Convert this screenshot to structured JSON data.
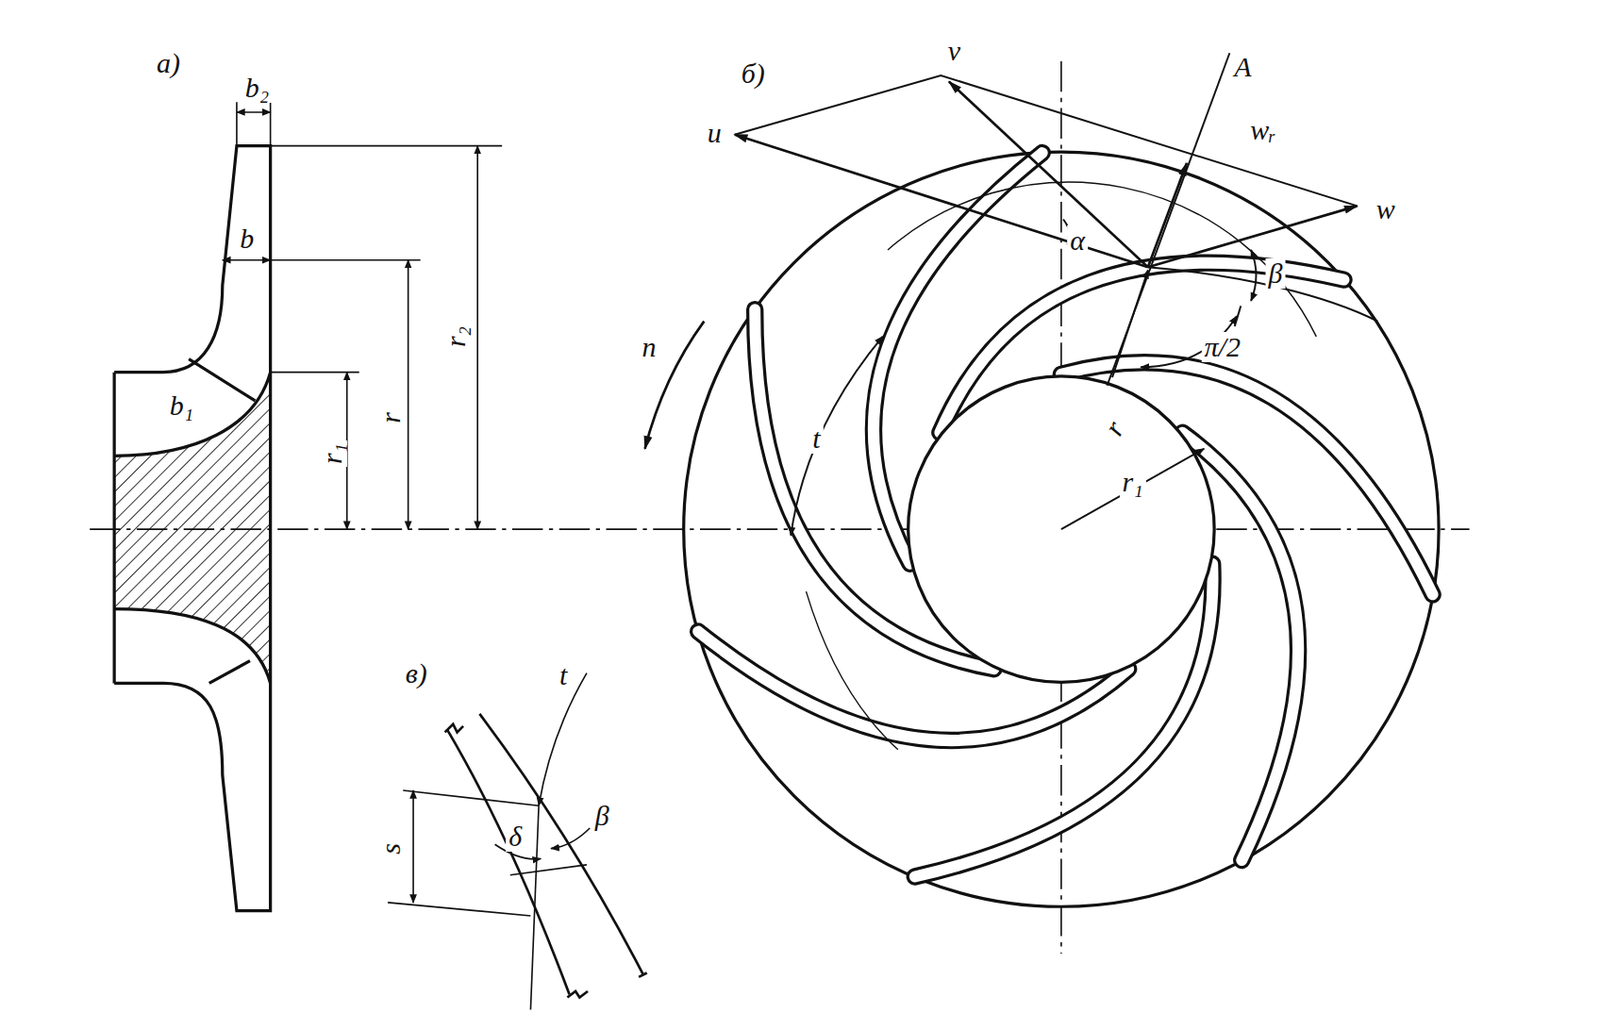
{
  "diagram": {
    "labels": [
      "а)",
      "б)",
      "b₂",
      "b",
      "b₁",
      "r₂",
      "r",
      "r₁",
      "v",
      "A",
      "u",
      "wᵣ",
      "w",
      "α",
      "β",
      "π/2",
      "n",
      "t",
      "r",
      "r₁",
      "в)",
      "t",
      "β",
      "δ",
      "s"
    ]
  }
}
